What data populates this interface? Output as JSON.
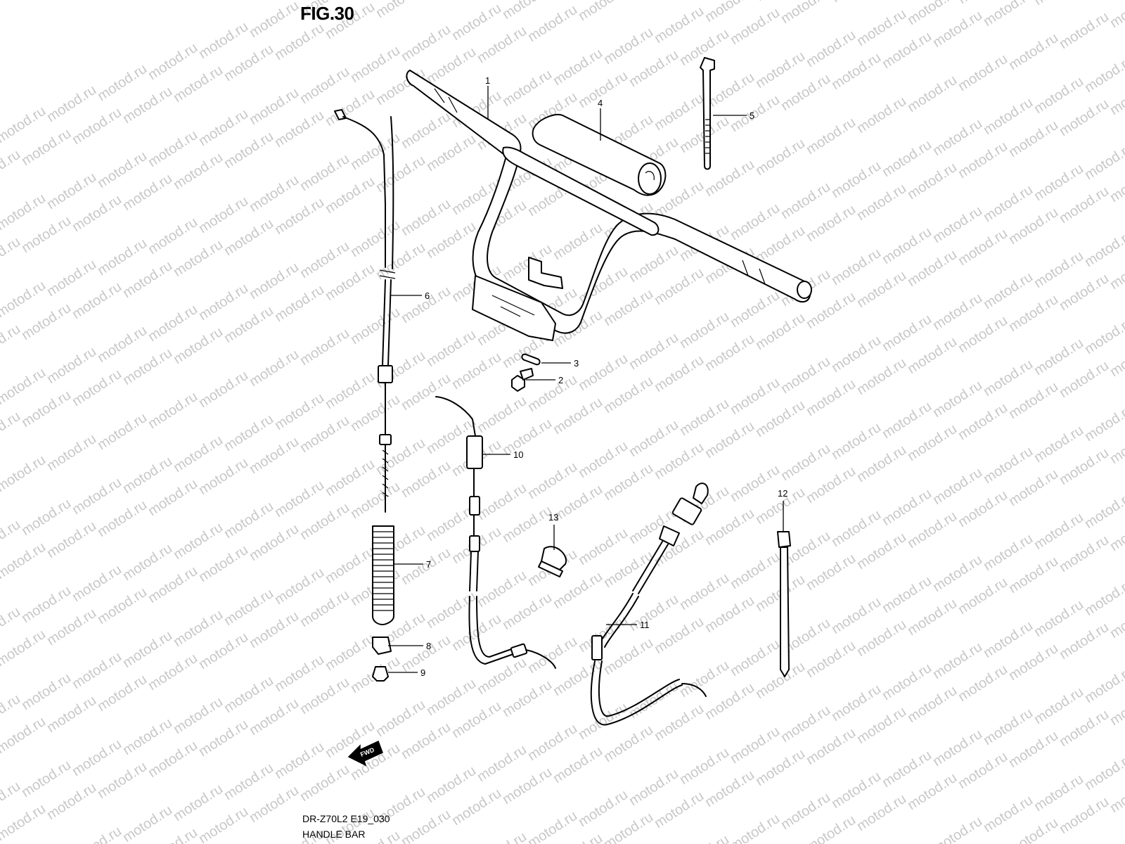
{
  "figure": {
    "title": "FIG.30",
    "model_code": "DR-Z70L2 E19_030",
    "name": "HANDLE BAR"
  },
  "watermark": {
    "text": "motod.ru",
    "color": "#c8c8c8"
  },
  "fwd_marker": {
    "text": "FWD"
  },
  "callouts": [
    {
      "number": "1",
      "part": "handlebar"
    },
    {
      "number": "2",
      "part": "bolt"
    },
    {
      "number": "3",
      "part": "washer"
    },
    {
      "number": "4",
      "part": "handlebar-pad"
    },
    {
      "number": "5",
      "part": "clamp-band-upper"
    },
    {
      "number": "6",
      "part": "throttle-cable"
    },
    {
      "number": "7",
      "part": "cable-boot"
    },
    {
      "number": "8",
      "part": "cable-cap"
    },
    {
      "number": "9",
      "part": "cable-nut"
    },
    {
      "number": "10",
      "part": "brake-cable"
    },
    {
      "number": "11",
      "part": "choke-cable"
    },
    {
      "number": "12",
      "part": "clamp-band-lower"
    },
    {
      "number": "13",
      "part": "cable-clamp"
    }
  ]
}
